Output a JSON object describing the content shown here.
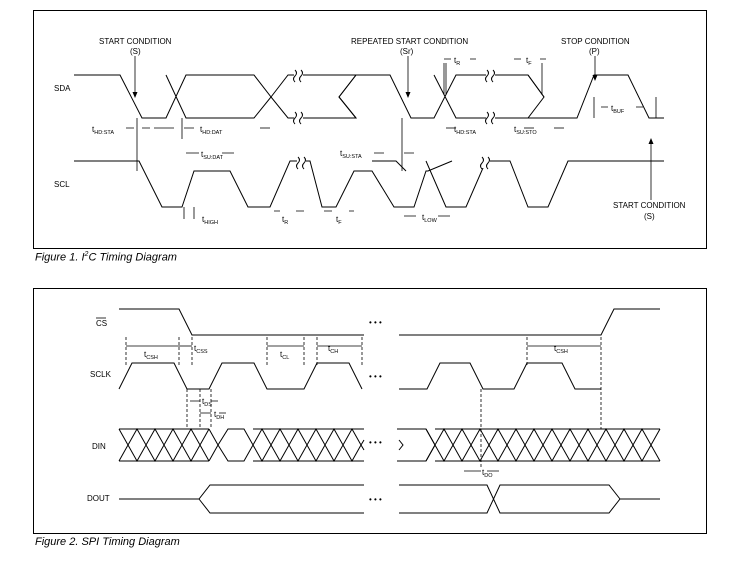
{
  "figure1": {
    "caption_prefix": "Figure 1. I",
    "caption_sup": "2",
    "caption_suffix": "C Timing Diagram",
    "signals": {
      "sda": "SDA",
      "scl": "SCL"
    },
    "conditions": {
      "start": "START CONDITION",
      "start_sym": "(S)",
      "repeated_start": "REPEATED START CONDITION",
      "repeated_start_sym": "(Sr)",
      "stop": "STOP CONDITION",
      "stop_sym": "(P)",
      "start2": "START CONDITION",
      "start2_sym": "(S)"
    },
    "timing": [
      {
        "t": "t",
        "sub": "HD:STA"
      },
      {
        "t": "t",
        "sub": "HD:DAT"
      },
      {
        "t": "t",
        "sub": "SU:DAT"
      },
      {
        "t": "t",
        "sub": "HIGH"
      },
      {
        "t": "t",
        "sub": "R"
      },
      {
        "t": "t",
        "sub": "F"
      },
      {
        "t": "t",
        "sub": "SU:STA"
      },
      {
        "t": "t",
        "sub": "HD:STA"
      },
      {
        "t": "t",
        "sub": "LOW"
      },
      {
        "t": "t",
        "sub": "SU:STO"
      },
      {
        "t": "t",
        "sub": "R"
      },
      {
        "t": "t",
        "sub": "F"
      },
      {
        "t": "t",
        "sub": "BUF"
      }
    ]
  },
  "figure2": {
    "caption": "Figure 2. SPI Timing Diagram",
    "signals": {
      "cs": "CS",
      "sclk": "SCLK",
      "din": "DIN",
      "dout": "DOUT"
    },
    "timing": [
      {
        "t": "t",
        "sub": "CSH"
      },
      {
        "t": "t",
        "sub": "CSS"
      },
      {
        "t": "t",
        "sub": "CL"
      },
      {
        "t": "t",
        "sub": "CH"
      },
      {
        "t": "t",
        "sub": "CSH"
      },
      {
        "t": "t",
        "sub": "DS"
      },
      {
        "t": "t",
        "sub": "DH"
      },
      {
        "t": "t",
        "sub": "DO"
      }
    ],
    "ellipsis": "• • •"
  }
}
